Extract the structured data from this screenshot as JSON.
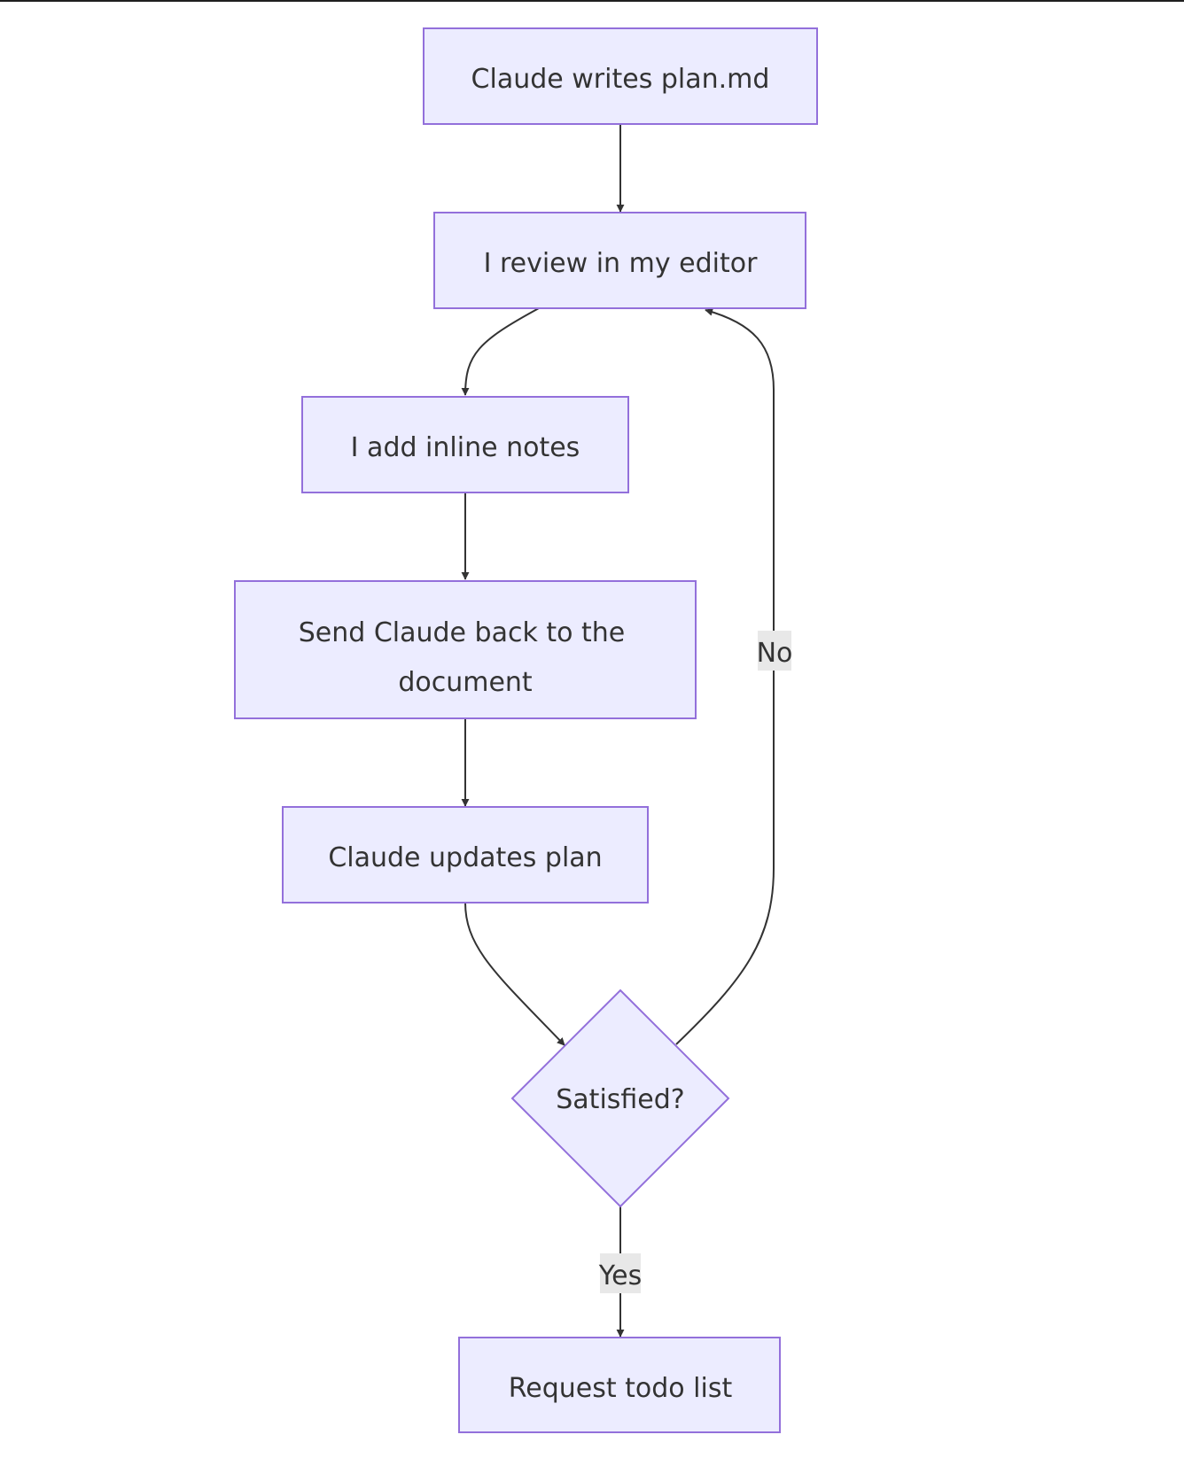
{
  "nodes": {
    "n1": "Claude writes plan.md",
    "n2": "I review in my editor",
    "n3": "I add inline notes",
    "n4_line1": "Send Claude back to the",
    "n4_line2": "document",
    "n5": "Claude updates plan",
    "n6": "Satisfied?",
    "n7": "Request todo list"
  },
  "edge_labels": {
    "no": "No",
    "yes": "Yes"
  },
  "colors": {
    "node_fill": "#ECECFF",
    "node_stroke": "#9370DB",
    "edge": "#333333",
    "label_bg": "#E8E8E8"
  }
}
